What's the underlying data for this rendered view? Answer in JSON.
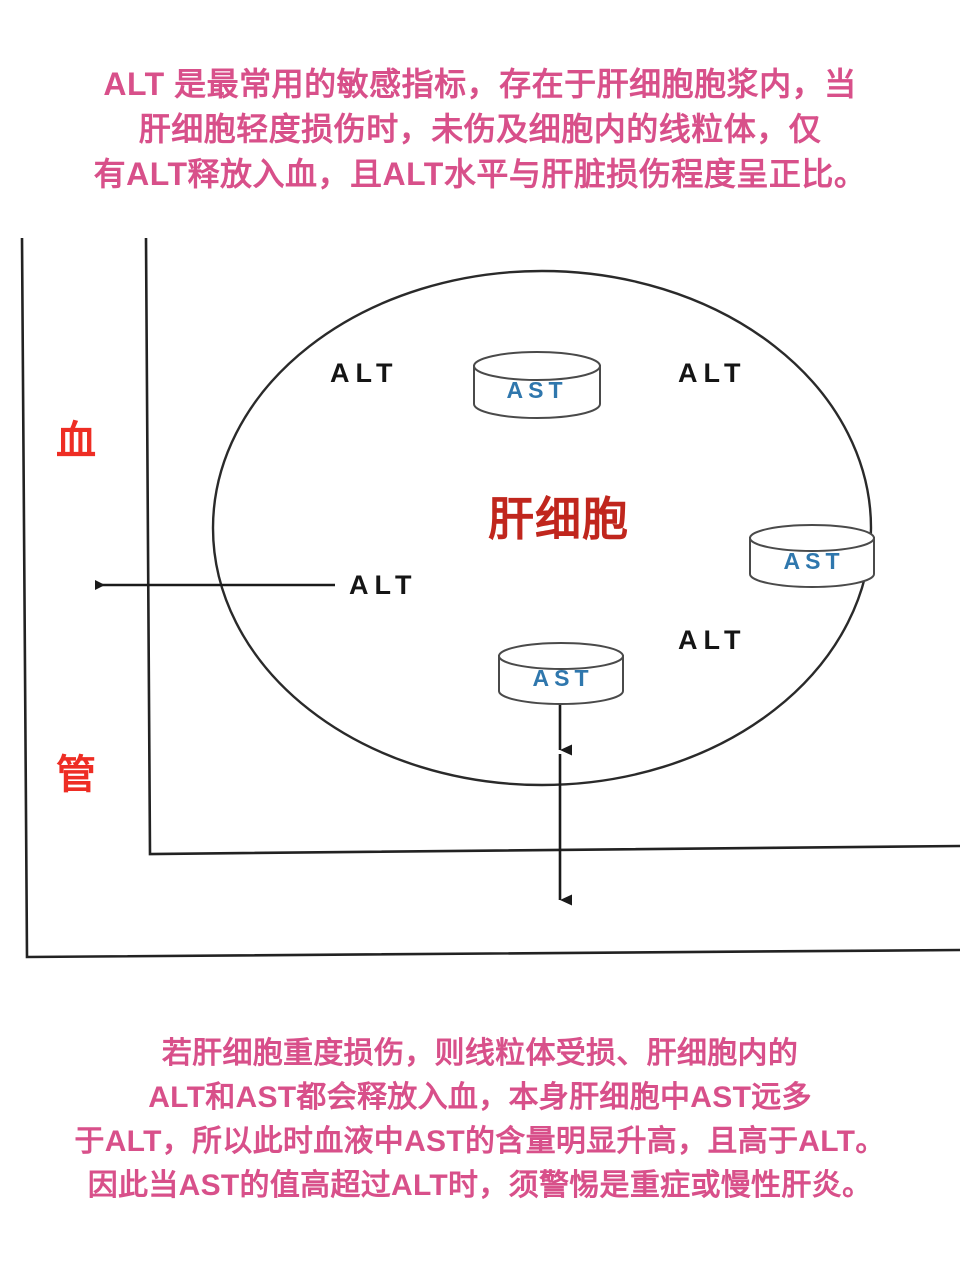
{
  "top_caption": {
    "color": "#d8508a",
    "lines": [
      "ALT 是最常用的敏感指标，存在于肝细胞胞浆内，当",
      "肝细胞轻度损伤时，未伤及细胞内的线粒体，仅",
      "有ALT释放入血，且ALT水平与肝脏损伤程度呈正比。"
    ]
  },
  "bottom_caption": {
    "color": "#d8508a",
    "lines": [
      "若肝细胞重度损伤，则线粒体受损、肝细胞内的",
      "ALT和AST都会释放入血，本身肝细胞中AST远多",
      "于ALT，所以此时血液中AST的含量明显升高，且高于ALT。",
      "因此当AST的值高超过ALT时，须警惕是重症或慢性肝炎。"
    ]
  },
  "diagram": {
    "vessel": {
      "label_top": "血",
      "label_bottom": "管",
      "color": "#ee2d24"
    },
    "cell": {
      "label": "肝细胞",
      "color": "#c0261d"
    },
    "alt_labels": [
      {
        "text": "ALT",
        "id": "alt-top-left"
      },
      {
        "text": "ALT",
        "id": "alt-top-right"
      },
      {
        "text": "ALT",
        "id": "alt-middle-left"
      },
      {
        "text": "ALT",
        "id": "alt-bottom-right"
      }
    ],
    "ast_organelles": [
      {
        "text": "AST",
        "id": "ast-top"
      },
      {
        "text": "AST",
        "id": "ast-right"
      },
      {
        "text": "AST",
        "id": "ast-bottom"
      }
    ],
    "ast_text_color": "#2f77ad",
    "line_color": "#222222",
    "arrows": [
      {
        "id": "alt-release-arrow",
        "direction": "left"
      },
      {
        "id": "ast-release-arrow-inner",
        "direction": "down"
      },
      {
        "id": "ast-release-arrow-outer",
        "direction": "down"
      }
    ]
  }
}
